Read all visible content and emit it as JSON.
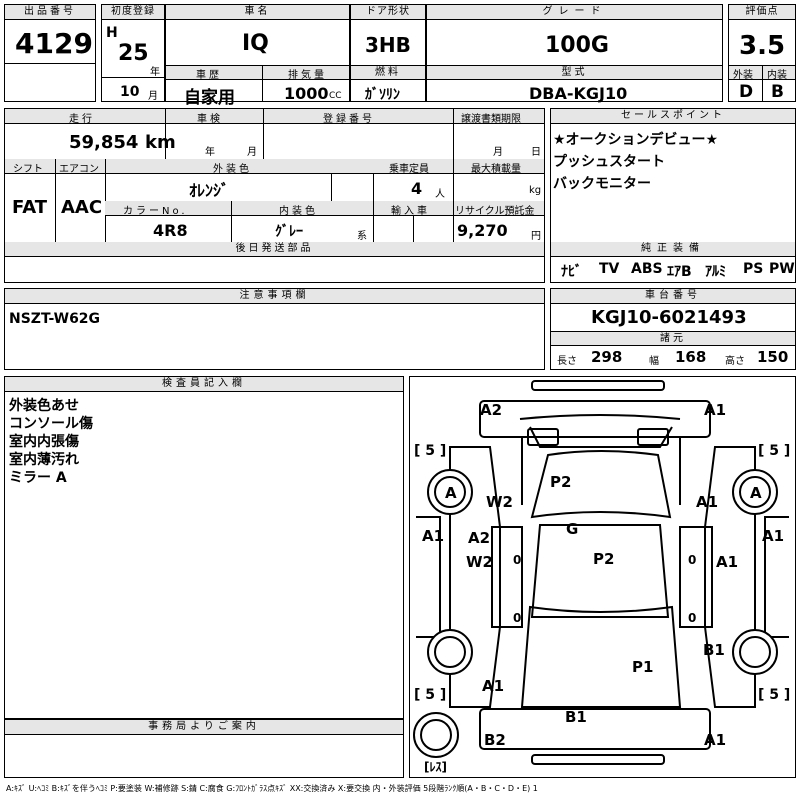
{
  "header": {
    "lot_label": "出品番号",
    "lot_number": "4129",
    "first_reg_label": "初度登録",
    "era_letter": "H",
    "year": "25",
    "year_unit": "年",
    "month": "10",
    "month_unit": "月",
    "name_label": "車名",
    "name": "IQ",
    "history_label": "車歴",
    "history": "自家用",
    "displacement_label": "排気量",
    "displacement": "1000",
    "cc_unit": "CC",
    "door_label": "ドア形状",
    "door": "3HB",
    "fuel_label": "燃料",
    "fuel": "ｶﾞｿﾘﾝ",
    "grade_label": "グレード",
    "grade": "100G",
    "model_label": "型式",
    "model": "DBA-KGJ10",
    "score_label": "評価点",
    "score": "3.5",
    "exterior_label": "外装",
    "exterior": "D",
    "interior_label": "内装",
    "interior": "B"
  },
  "specs": {
    "mileage_label": "走行",
    "mileage": "59,854",
    "km_unit": "km",
    "inspection_label": "車検",
    "inspection_year_unit": "年",
    "inspection_month_unit": "月",
    "reg_no_label": "登録番号",
    "transfer_label": "譲渡書類期限",
    "transfer_month_unit": "月",
    "transfer_day_unit": "日",
    "shift_label": "シフト",
    "shift": "FAT",
    "ac_label": "エアコン",
    "ac": "AAC",
    "color_label": "外装色",
    "color": "ｵﾚﾝｼﾞ",
    "color_no_label": "カラーNo.",
    "color_no": "4R8",
    "interior_color_label": "内装色",
    "interior_color": "ｸﾞﾚｰ",
    "interior_color_unit": "系",
    "capacity_label": "乗車定員",
    "capacity": "4",
    "capacity_unit": "人",
    "max_load_label": "最大積載量",
    "max_load_unit": "kg",
    "import_label": "輸入車",
    "recycle_label": "リサイクル預託金",
    "recycle": "9,270",
    "recycle_unit": "円",
    "later_parts_label": "後日発送部品"
  },
  "sales": {
    "label": "セールスポイント",
    "lines": [
      "★オークションデビュー★",
      "プッシュスタート",
      "バックモニター"
    ]
  },
  "equipment": {
    "label": "純正装備",
    "items": [
      "ﾅﾋﾞ",
      "TV",
      "ABS",
      "ｴｱB",
      "ｱﾙﾐ",
      "PS",
      "PW"
    ]
  },
  "notes": {
    "label": "注意事項欄",
    "text": "NSZT-W62G"
  },
  "chassis": {
    "label": "車台番号",
    "number": "KGJ10-6021493",
    "dims_label": "諸元",
    "length_label": "長さ",
    "length": "298",
    "width_label": "幅",
    "width": "168",
    "height_label": "高さ",
    "height": "150"
  },
  "inspector": {
    "label": "検査員記入欄",
    "lines": [
      "外装色あせ",
      "コンソール傷",
      "室内内張傷",
      "室内薄汚れ",
      "ミラー A"
    ]
  },
  "office": {
    "label": "事務局よりご案内"
  },
  "diagram": {
    "marks": [
      "A2",
      "A1",
      "P2",
      "A",
      "W2",
      "A1",
      "A",
      "G",
      "A1",
      "A2",
      "P2",
      "A1",
      "W2",
      "A1",
      "P1",
      "B1",
      "A1",
      "B1",
      "B2",
      "A1"
    ],
    "tread_top_left": "[ 5 ]",
    "tread_top_right": "[ 5 ]",
    "tread_bottom_left": "[ 5 ]",
    "tread_bottom_right": "[ 5 ]",
    "spare_label": "[ﾚｽ]",
    "zeros": [
      "0",
      "0",
      "0",
      "0"
    ]
  },
  "legend": "A:ｷｽﾞ U:ﾍｺﾐ B:ｷｽﾞを伴うﾍｺﾐ P:要塗装 W:補修跡 S:錆 C:腐食 G:ﾌﾛﾝﾄｶﾞﾗｽ点ｷｽﾞ XX:交換済み X:要交換 内・外装評価 5段階ﾗﾝｸ順(A・B・C・D・E) 1"
}
